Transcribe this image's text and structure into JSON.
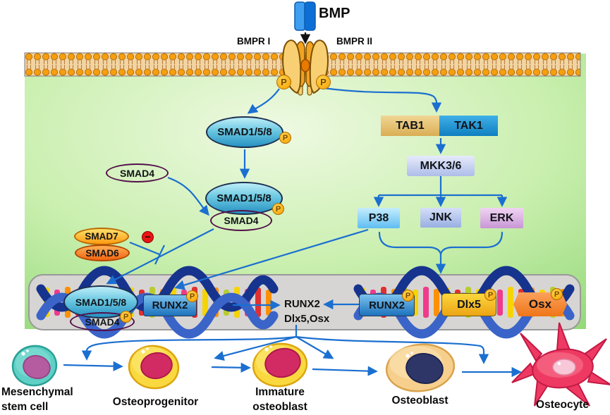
{
  "receptor": {
    "ligand": "BMP",
    "left": "BMPR I",
    "right": "BMPR II"
  },
  "badges": {
    "phosphate": "P",
    "inhibition": "−"
  },
  "signaling": {
    "smad158_top": "SMAD1/5/8",
    "smad4_free": "SMAD4",
    "smad158_complex": "SMAD1/5/8",
    "smad4_complex": "SMAD4",
    "smad7": "SMAD7",
    "smad6": "SMAD6",
    "tab1": "TAB1",
    "tak1": "TAK1",
    "mkk36": "MKK3/6",
    "p38": "P38",
    "jnk": "JNK",
    "erk": "ERK"
  },
  "nucleus": {
    "left_smad158": "SMAD1/5/8",
    "left_smad4": "SMAD4",
    "left_runx2": "RUNX2",
    "output_line1": "RUNX2",
    "output_line2": "Dlx5,Osx",
    "right_runx2": "RUNX2",
    "right_dlx5": "Dlx5",
    "right_osx": "Osx"
  },
  "cells": [
    {
      "line1": "Mesenchymal",
      "line2": "stem cell"
    },
    {
      "line1": "Osteoprogenitor",
      "line2": ""
    },
    {
      "line1": "Immature",
      "line2": "osteoblast"
    },
    {
      "line1": "Osteoblast",
      "line2": ""
    },
    {
      "line1": "Osteocyte",
      "line2": ""
    }
  ],
  "colors": {
    "arrow_blue": "#1b6fd0",
    "membrane_bead": "#f59f10",
    "smad_cyan": "#2792c2",
    "smad4_magenta": "#a81387",
    "inhibit_red": "#e81616",
    "tab1_tan": "#d9ae55",
    "tak1_blue": "#0f7fc0",
    "dlx5_gold": "#eda414",
    "osx_orange": "#ef7518",
    "bmp_blue": "#0d6fd6"
  }
}
